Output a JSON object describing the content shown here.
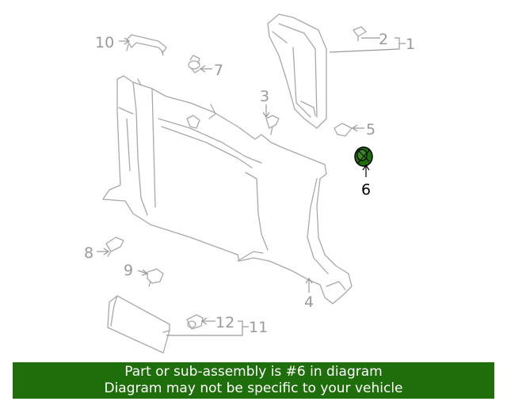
{
  "callouts": {
    "c1": "1",
    "c2": "2",
    "c3": "3",
    "c4": "4",
    "c5": "5",
    "c6": "6",
    "c7": "7",
    "c8": "8",
    "c9": "9",
    "c10": "10",
    "c11": "11",
    "c12": "12"
  },
  "highlighted_part": "6",
  "colors": {
    "highlight_fill": "#1f6e0c",
    "banner_bg": "#1f6e0c",
    "line_gray": "#a8a8a8"
  },
  "banner": {
    "line1": "Part or sub-assembly is #6 in diagram",
    "line2": "Diagram may not be specific to your vehicle"
  }
}
